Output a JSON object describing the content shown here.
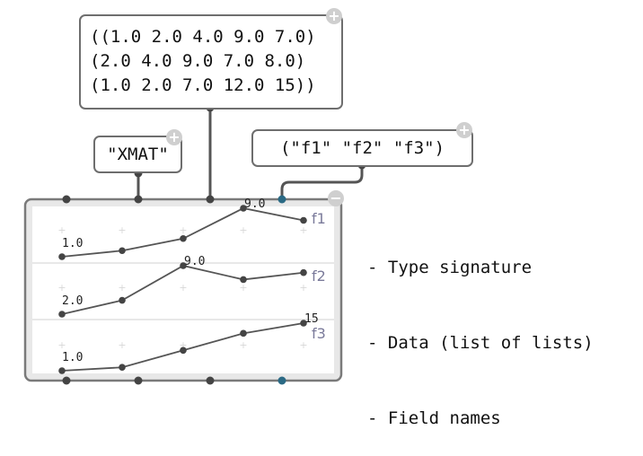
{
  "data_node": {
    "lines": [
      "((1.0 2.0 4.0 9.0 7.0)",
      "(2.0 4.0 9.0 7.0 8.0)",
      "(1.0 2.0 7.0 12.0 15))"
    ],
    "add_label": "+"
  },
  "type_node": {
    "text": "\"XMAT\"",
    "add_label": "+"
  },
  "names_node": {
    "text": "(\"f1\" \"f2\" \"f3\")",
    "add_label": "+"
  },
  "matrix_node": {
    "collapse_label": "−"
  },
  "legend": [
    "- Type signature",
    "- Data (list of lists)",
    "- Field names"
  ],
  "chart_data": [
    {
      "type": "line",
      "name": "f1",
      "x": [
        1,
        2,
        3,
        4,
        5
      ],
      "values": [
        1.0,
        2.0,
        4.0,
        9.0,
        7.0
      ],
      "labels": [
        "1.0",
        "9.0"
      ]
    },
    {
      "type": "line",
      "name": "f2",
      "x": [
        1,
        2,
        3,
        4,
        5
      ],
      "values": [
        2.0,
        4.0,
        9.0,
        7.0,
        8.0
      ],
      "labels": [
        "2.0",
        "9.0"
      ]
    },
    {
      "type": "line",
      "name": "f3",
      "x": [
        1,
        2,
        3,
        4,
        5
      ],
      "values": [
        1.0,
        2.0,
        7.0,
        12.0,
        15
      ],
      "labels": [
        "1.0",
        "15"
      ]
    }
  ]
}
